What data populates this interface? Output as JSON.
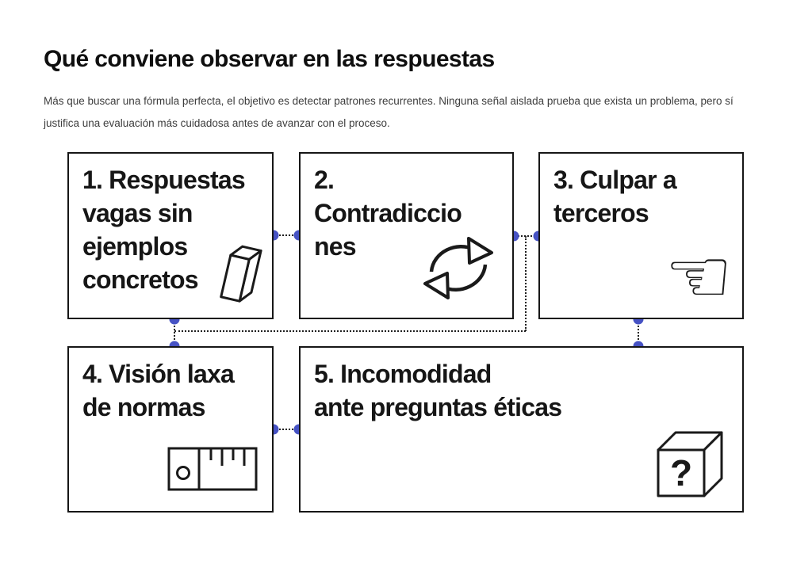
{
  "title": "Qué conviene observar en las respuestas",
  "intro": "Más que buscar una fórmula perfecta, el objetivo es detectar patrones recurrentes. Ninguna señal aislada prueba que exista un problema, pero sí\njustifica una evaluación más cuidadosa antes de avanzar con el proceso.",
  "colors": {
    "connector_dot": "#4652c4",
    "connector_line": "#1f1f1f",
    "box_border": "#161616",
    "title_text": "#0f0f0f",
    "intro_text": "#3d3d3d"
  },
  "diagram": {
    "boxes": [
      {
        "id": 1,
        "label": "1. Respuestas vagas sin ejemplos concretos",
        "display": "1. Respuestas\nvagas sin\nejemplos\nconcretos",
        "icon": "prism-icon"
      },
      {
        "id": 2,
        "label": "2. Contradicciones",
        "display": "2.\nContradiccio\nnes",
        "icon": "cycle-arrows-icon"
      },
      {
        "id": 3,
        "label": "3. Culpar a terceros",
        "display": "3. Culpar a\nterceros",
        "icon": "pointing-hand-icon"
      },
      {
        "id": 4,
        "label": "4. Visión laxa de normas",
        "display": "4. Visión laxa\nde normas",
        "icon": "ruler-icon"
      },
      {
        "id": 5,
        "label": "5. Incomodidad ante preguntas éticas",
        "display": "5. Incomodidad\nante preguntas éticas",
        "icon": "question-cube-icon"
      }
    ],
    "glyphs": {
      "pointing_hand": "☜",
      "question_mark": "?"
    }
  }
}
